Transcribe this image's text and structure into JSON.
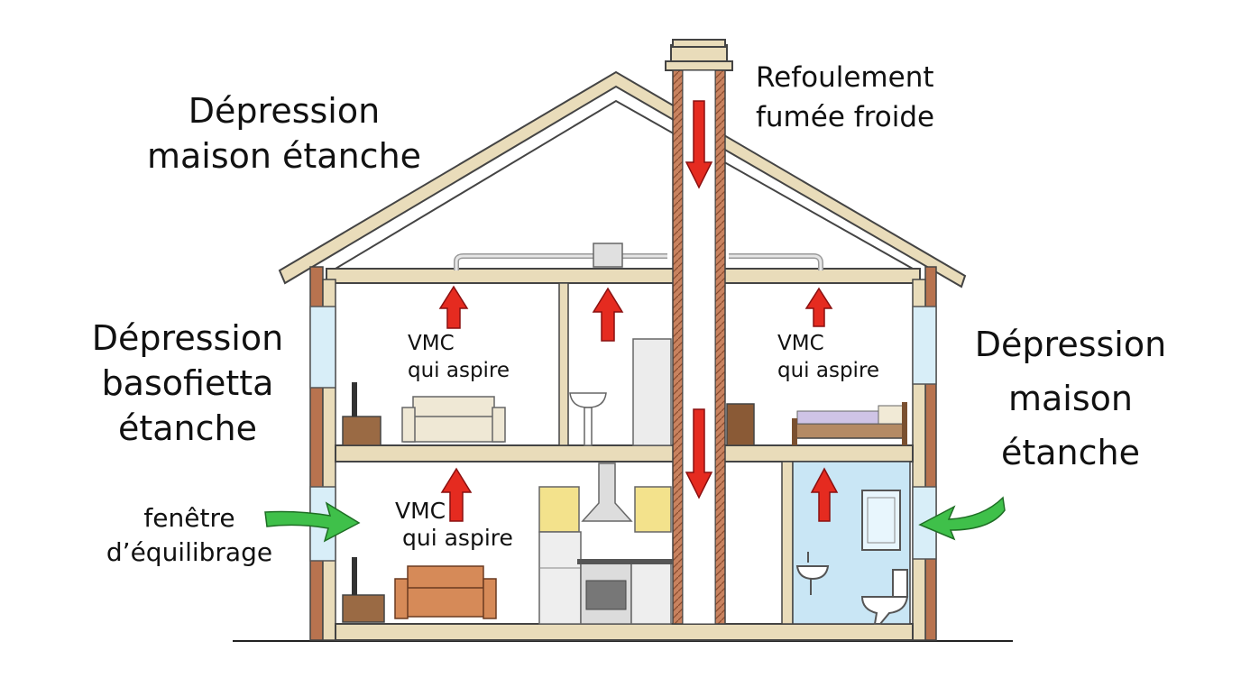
{
  "labels": {
    "top_left_line1": "Dépression",
    "top_left_line2": "maison étanche",
    "mid_left_line1": "Dépression",
    "mid_left_line2": "basofietta",
    "mid_left_line3": "étanche",
    "right_line1": "Dépression",
    "right_line2": "maison",
    "right_line3": "étanche",
    "window_line1": "fenêtre",
    "window_line2": "d’équilibrage",
    "flue_line1": "Refoulement",
    "flue_line2": "fumée froide",
    "vmc_line1": "VMC",
    "vmc_line2": "qui aspire"
  },
  "colors": {
    "wall": "#e9dcba",
    "wall_outline": "#444444",
    "brick": "#b8734f",
    "air_arrow": "#e52b20",
    "fresh_air_arrow": "#33b840",
    "bathroom": "#c9e6f5",
    "cabinet": "#f3e28c"
  }
}
